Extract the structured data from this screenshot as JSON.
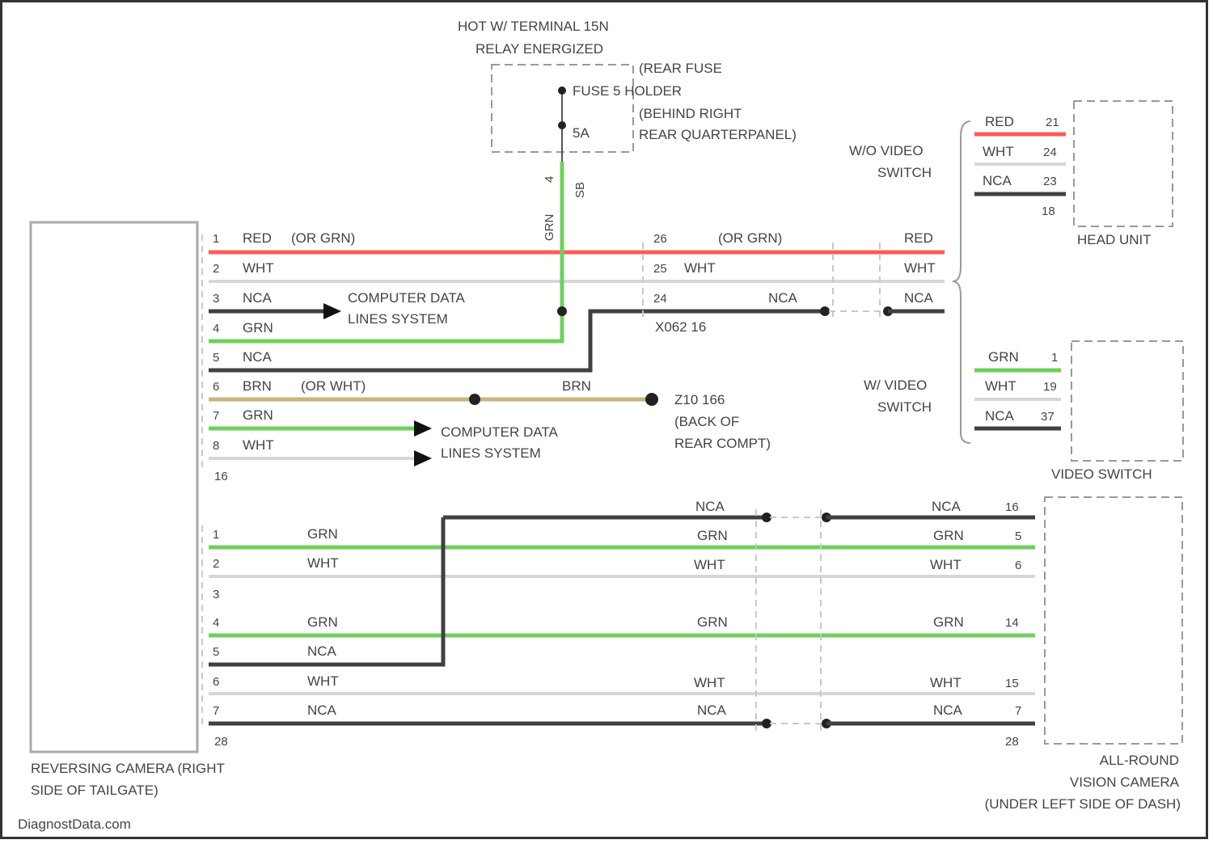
{
  "top": {
    "power_line1": "HOT W/ TERMINAL 15N",
    "power_line2": "RELAY ENERGIZED",
    "fuse_label1": "(REAR FUSE",
    "fuse_label2": "FUSE 5 HOLDER",
    "fuse_label3": "(BEHIND RIGHT",
    "fuse_label4": "REAR QUARTERPANEL)",
    "fuse_amp": "5A",
    "vert_wire_color": "GRN",
    "vert_pin": "4",
    "vert_conn": "SB"
  },
  "reversing_camera": {
    "pins": [
      {
        "num": "1",
        "color": "RED",
        "alt": "(OR GRN)"
      },
      {
        "num": "2",
        "color": "WHT",
        "alt": ""
      },
      {
        "num": "3",
        "color": "NCA",
        "alt": ""
      },
      {
        "num": "4",
        "color": "GRN",
        "alt": ""
      },
      {
        "num": "5",
        "color": "NCA",
        "alt": ""
      },
      {
        "num": "6",
        "color": "BRN",
        "alt": "(OR WHT)"
      },
      {
        "num": "7",
        "color": "GRN",
        "alt": ""
      },
      {
        "num": "8",
        "color": "WHT",
        "alt": ""
      }
    ],
    "pin_count": "16",
    "name1": "REVERSING CAMERA (RIGHT",
    "name2": "SIDE OF TAILGATE)"
  },
  "data_lines": {
    "line1": "COMPUTER DATA",
    "line2": "LINES SYSTEM"
  },
  "mid_connector": {
    "pins": [
      {
        "num": "26",
        "color": "(OR GRN)"
      },
      {
        "num": "25",
        "color": "WHT"
      },
      {
        "num": "24",
        "color": "NCA"
      }
    ],
    "conn_name": "X062 16",
    "brn_label": "BRN",
    "ground1": "Z10 166",
    "ground2": "(BACK OF",
    "ground3": "REAR COMPT)"
  },
  "head_unit_side": {
    "right_red": "RED",
    "right_wht": "WHT",
    "right_nca": "NCA",
    "wo_video1": "W/O VIDEO",
    "wo_video2": "SWITCH",
    "pins": [
      {
        "color": "RED",
        "num": "21"
      },
      {
        "color": "WHT",
        "num": "24"
      },
      {
        "color": "NCA",
        "num": "23"
      }
    ],
    "pin_count": "18",
    "name": "HEAD UNIT"
  },
  "video_switch": {
    "w_video1": "W/ VIDEO",
    "w_video2": "SWITCH",
    "pins": [
      {
        "color": "GRN",
        "num": "1"
      },
      {
        "color": "WHT",
        "num": "19"
      },
      {
        "color": "NCA",
        "num": "37"
      }
    ],
    "name": "VIDEO SWITCH"
  },
  "lower_camera": {
    "pins": [
      {
        "num": "1",
        "color": "GRN"
      },
      {
        "num": "2",
        "color": "WHT"
      },
      {
        "num": "3",
        "color": ""
      },
      {
        "num": "4",
        "color": "GRN"
      },
      {
        "num": "5",
        "color": "NCA"
      },
      {
        "num": "6",
        "color": "WHT"
      },
      {
        "num": "7",
        "color": "NCA"
      }
    ],
    "pin_count": "28",
    "mid_labels": [
      "NCA",
      "GRN",
      "WHT",
      "GRN",
      "WHT",
      "NCA"
    ],
    "right_labels": [
      "NCA",
      "GRN",
      "WHT",
      "GRN",
      "WHT",
      "NCA"
    ],
    "right_pins": [
      "16",
      "5",
      "6",
      "14",
      "15",
      "7"
    ],
    "right_count": "28"
  },
  "all_round": {
    "name1": "ALL-ROUND",
    "name2": "VISION CAMERA",
    "name3": "(UNDER LEFT SIDE OF DASH)"
  },
  "watermark": "DiagnostData.com"
}
